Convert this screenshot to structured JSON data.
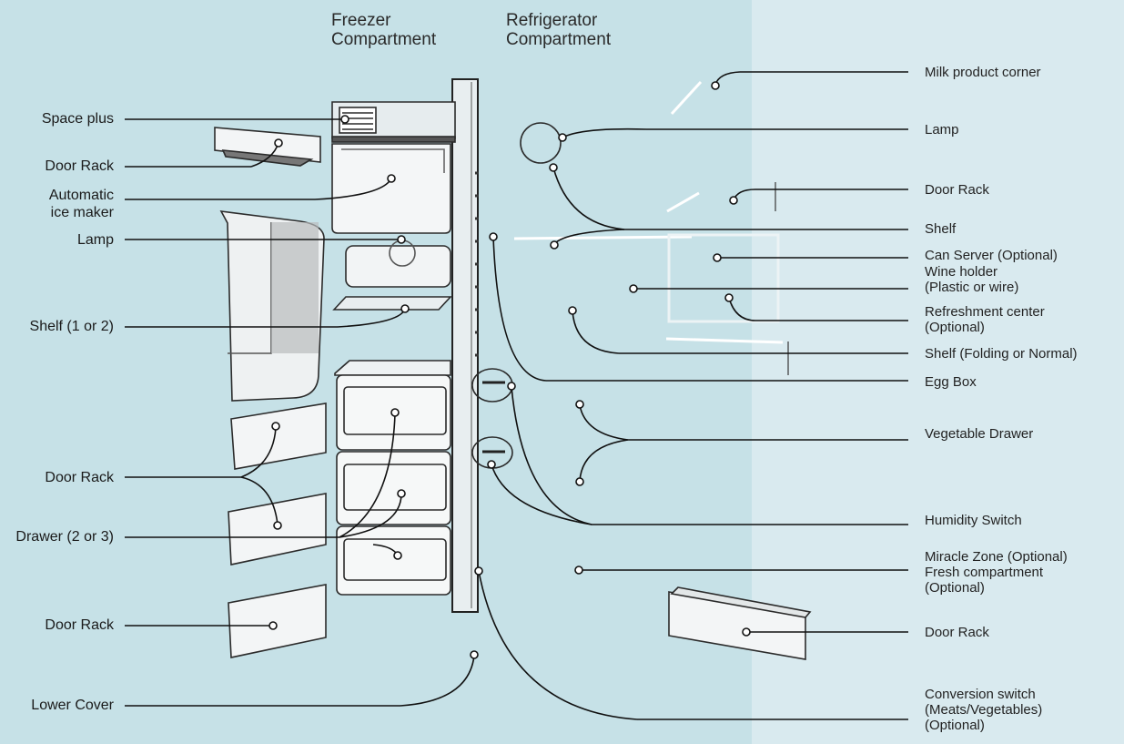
{
  "headers": {
    "freezer": "Freezer\nCompartment",
    "refrigerator": "Refrigerator\nCompartment"
  },
  "left_labels": {
    "space_plus": "Space plus",
    "door_rack_1": "Door Rack",
    "ice_maker": "Automatic\nice maker",
    "lamp": "Lamp",
    "shelf": "Shelf (1 or 2)",
    "door_rack_2": "Door Rack",
    "drawer": "Drawer (2 or 3)",
    "door_rack_3": "Door Rack",
    "lower_cover": "Lower Cover"
  },
  "right_labels": {
    "milk": "Milk product corner",
    "lamp": "Lamp",
    "door_rack_1": "Door Rack",
    "shelf": "Shelf",
    "can_server": "Can Server (Optional)",
    "wine": "Wine holder\n(Plastic or wire)",
    "refreshment": "Refreshment center\n(Optional)",
    "shelf_folding": "Shelf (Folding or Normal)",
    "egg": "Egg Box",
    "vegetable": "Vegetable Drawer",
    "humidity": "Humidity Switch",
    "miracle": "Miracle Zone (Optional)\nFresh compartment\n(Optional)",
    "door_rack_2": "Door Rack",
    "conversion": "Conversion switch\n(Meats/Vegetables)\n(Optional)"
  }
}
